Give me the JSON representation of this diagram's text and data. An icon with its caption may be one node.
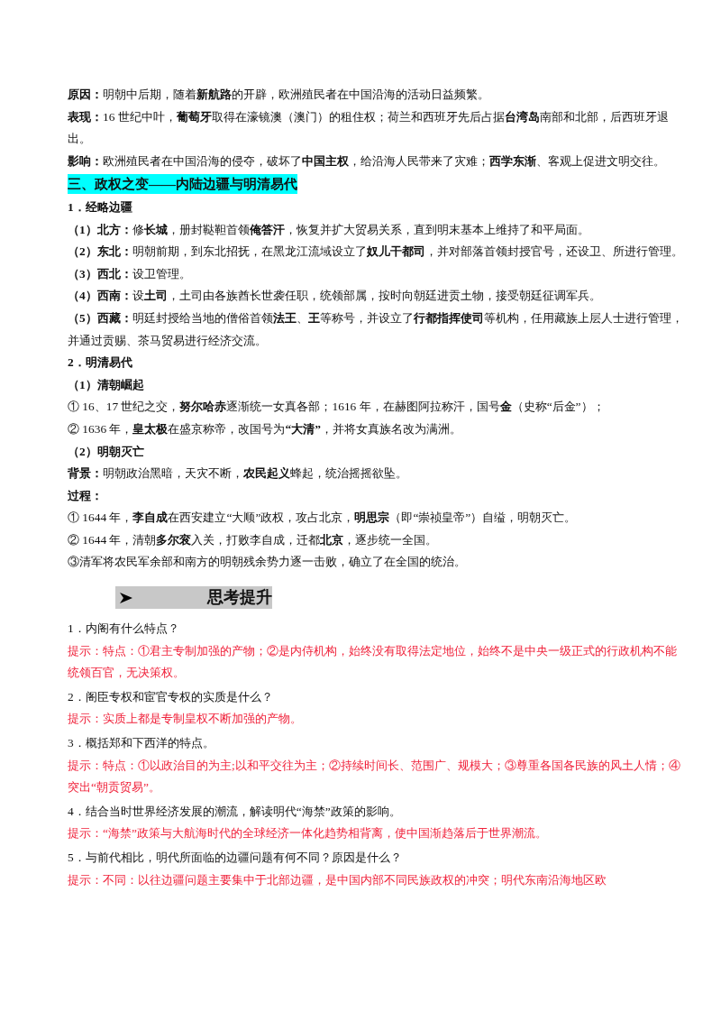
{
  "diagram": {
    "labels": [
      "**原因：**明朝中后期，随着**新航路**的开辟，欧洲殖民者在中国沿海的活动日益频繁。",
      "**表现：**16 世纪中叶，**葡萄牙**取得在濠镜澳（澳门）的租住权；荷兰和西班牙先后占据**台湾岛**南部和北部，后西班牙退出。",
      "**影响：**欧洲殖民者在中国沿海的侵夺，破坏了**中国主权**，给沿海人民带来了灾难；**西学东渐**、客观上促进文明交往。",
      "三、政权之变——内陆边疆与明清易代",
      "1．经略边疆",
      "**（1）北方：**修**长城**，册封鞑靼首领**俺答汗**，恢复并扩大贸易关系，直到明末基本上维持了和平局面。",
      "**（2）东北：**明朝前期，到东北招抚，在黑龙江流域设立了**奴儿干都司**，并对部落首领封授官号，还设卫、所进行管理。",
      "**（3）西北：**设卫管理。",
      "**（4）西南：**设**土司**，土司由各族酋长世袭任职，统领部属，按时向朝廷进贡土物，接受朝廷征调军兵。",
      "**（5）西藏：**明廷封授给当地的僧俗首领**法王**、**王**等称号，并设立了**行都指挥使司**等机构，任用藏族上层人士进行管理，并通过贡赐、茶马贸易进行经济交流。",
      "2．明清易代",
      "（1）清朝崛起",
      "① 16、17 世纪之交，**努尔哈赤**逐渐统一女真各部；1616 年，在赫图阿拉称汗，国号**金**（史称“后金”）；",
      "② 1636 年，**皇太极**在盛京称帝，改国号为**“大清”**，并将女真族名改为满洲。",
      "（2）明朝灭亡",
      "**背景：**明朝政治黑暗，天灾不断，**农民起义**蜂起，统治摇摇欲坠。",
      "过程：",
      "① 1644 年，**李自成**在西安建立“大顺”政权，攻占北京，**明思宗**（即“崇祯皇帝”）自缢，明朝灭亡。",
      "② 1644 年，清朝**多尔衮**入关，打败李自成，迁都**北京**，逐步统一全国。",
      "③清军将农民军余部和南方的明朝残余势力逐一击败，确立了在全国的统治。",
      "思考提升",
      "1．内阁有什么特点？",
      "提示：特点：①君主专制加强的产物；②是内侍机构，始终没有取得法定地位，始终不是中央一级正式的行政机构不能统领百官，无决策权。",
      "2．阁臣专权和宦官专权的实质是什么？",
      "提示：实质上都是专制皇权不断加强的产物。",
      "3．概括郑和下西洋的特点。",
      "提示：特点：①以政治目的为主;以和平交往为主；②持续时间长、范围广、规模大；③尊重各国各民族的风土人情；④突出“朝贡贸易”。",
      "4．结合当时世界经济发展的潮流，解读明代“海禁”政策的影响。",
      "提示：“海禁”政策与大航海时代的全球经济一体化趋势相背离，使中国渐趋落后于世界潮流。",
      "5．与前代相比，明代所面临的边疆问题有何不同？原因是什么？",
      "提示：不同：以往边疆问题主要集中于北部边疆，是中国内部不同民族政权的冲突；明代东南沿海地区欧"
    ]
  }
}
